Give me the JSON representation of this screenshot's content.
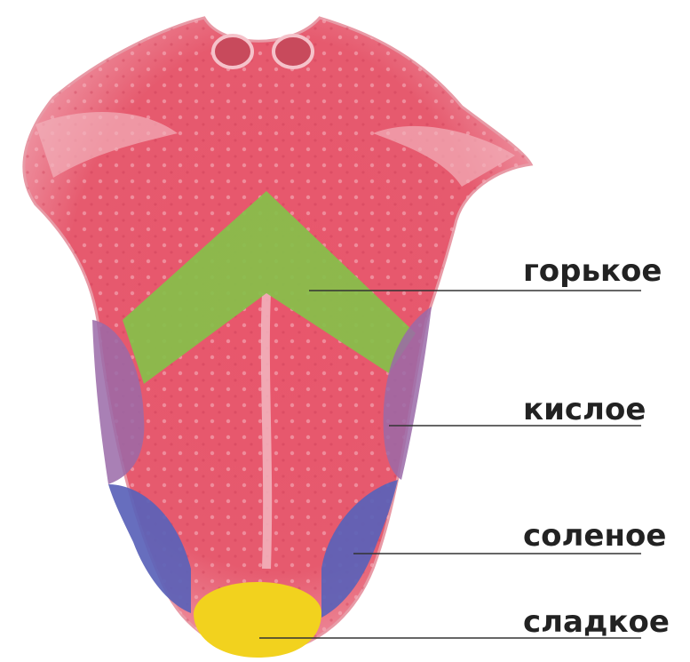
{
  "labels": {
    "bitter": "горькое",
    "sour": "кислое",
    "salty": "соленое",
    "sweet": "сладкое"
  },
  "colors": {
    "tongue": "#e65a6e",
    "tongue_light": "#f3a9b3",
    "bitter_zone": "#86c04a",
    "sour_zone": "#9a6aa8",
    "salty_zone": "#5a62b8",
    "sweet_zone": "#f2d21e",
    "leader_line": "#333333"
  }
}
